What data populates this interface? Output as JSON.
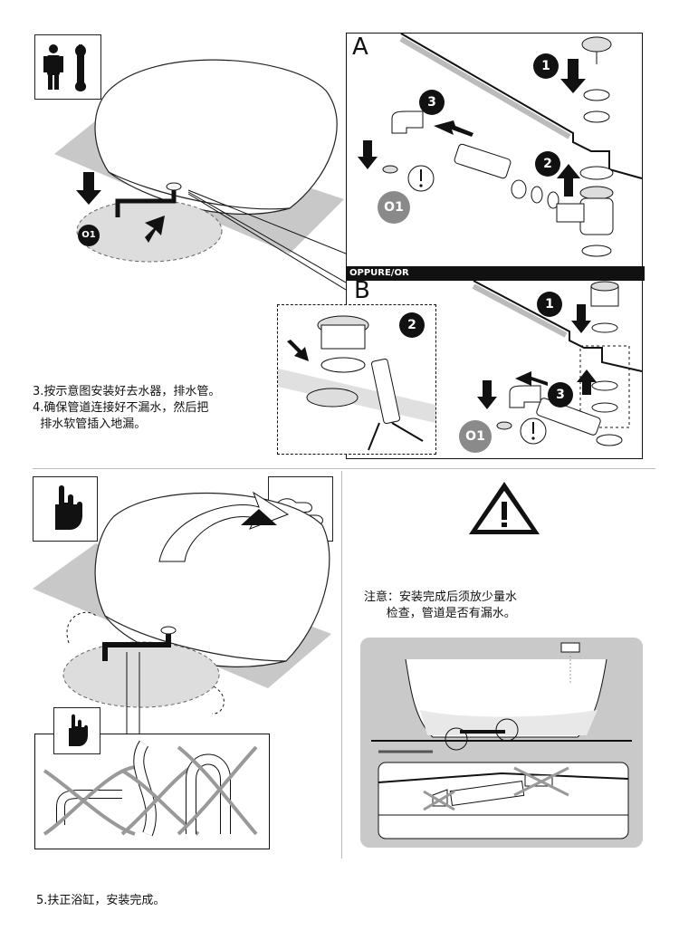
{
  "top": {
    "panel_a_label": "A",
    "panel_b_label": "B",
    "banner": "OPPURE/OR",
    "badges": [
      "1",
      "2",
      "3"
    ],
    "o1_label": "O1",
    "instructions": [
      "3.按示意图安装好去水器，排水管。",
      "4.确保管道连接好不漏水，然后把",
      "  排水软管插入地漏。"
    ],
    "icons": [
      "person-icon",
      "wrench-icon"
    ]
  },
  "bottom": {
    "note_lines": [
      "注意：安装完成后须放少量水",
      "      检查，管道是否有漏水。"
    ],
    "icons": [
      "hand-icon",
      "gloves-icon",
      "warning-icon"
    ]
  },
  "footer": {
    "step5": "5.扶正浴缸，安装完成。"
  }
}
